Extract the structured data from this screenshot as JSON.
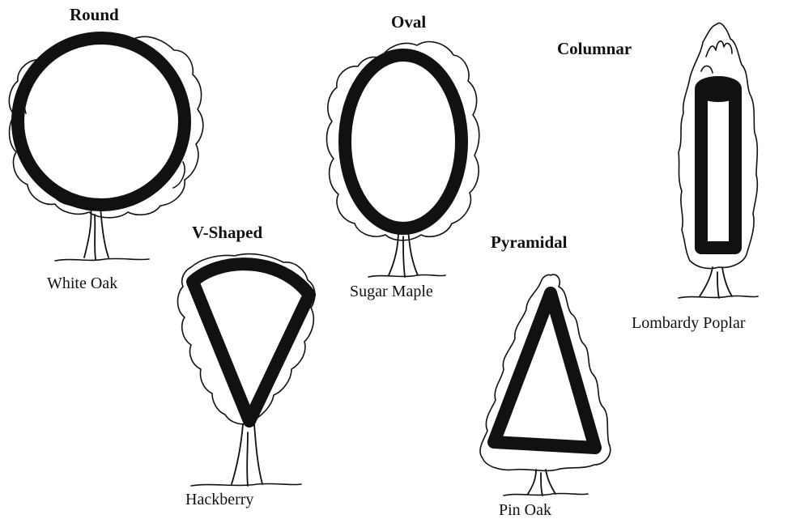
{
  "trees": [
    {
      "id": "round",
      "shape_label": "Round",
      "tree_label": "White Oak"
    },
    {
      "id": "oval",
      "shape_label": "Oval",
      "tree_label": "Sugar Maple"
    },
    {
      "id": "columnar",
      "shape_label": "Columnar",
      "tree_label": "Lombardy Poplar"
    },
    {
      "id": "vshaped",
      "shape_label": "V-Shaped",
      "tree_label": "Hackberry"
    },
    {
      "id": "pyramidal",
      "shape_label": "Pyramidal",
      "tree_label": "Pin Oak"
    }
  ],
  "colors": {
    "ink": "#111111",
    "paper": "#ffffff"
  }
}
